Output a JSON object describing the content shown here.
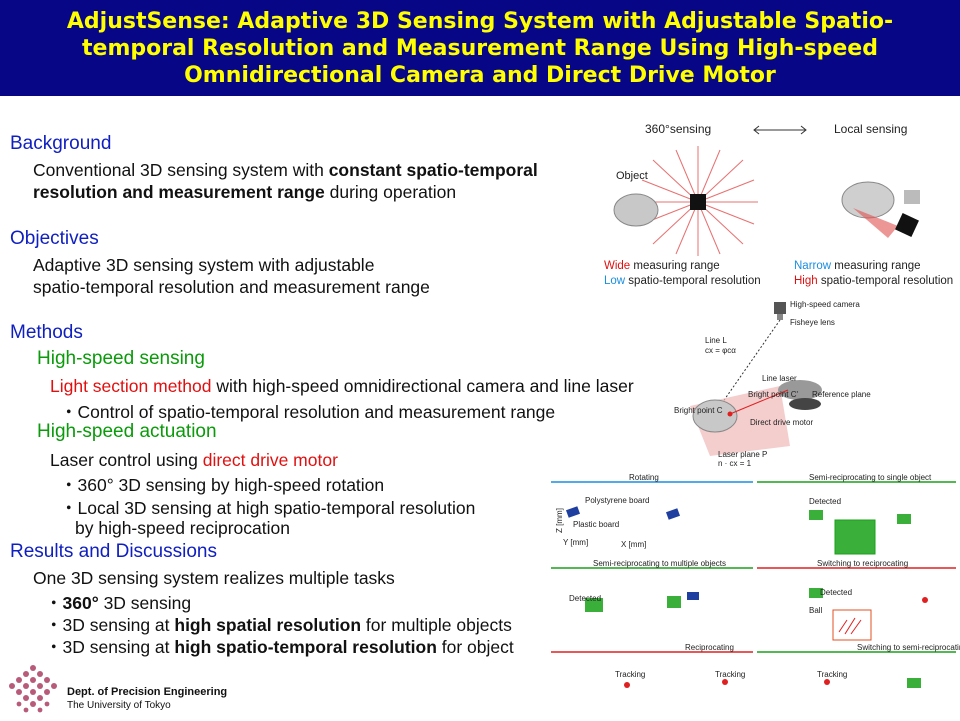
{
  "title": "AdjustSense: Adaptive 3D Sensing System with Adjustable Spatio-temporal Resolution and Measurement Range Using High-speed Omnidirectional Camera and Direct Drive Motor",
  "background": {
    "heading": "Background",
    "line1_pre": "Conventional 3D sensing system with ",
    "line1_bold": "constant spatio-temporal",
    "line2_bold": "resolution and measurement range",
    "line2_post": " during operation"
  },
  "objectives": {
    "heading": "Objectives",
    "line1": "Adaptive 3D sensing system with adjustable",
    "line2": "spatio-temporal resolution and measurement range"
  },
  "methods": {
    "heading": "Methods",
    "sub1": "High-speed sensing",
    "sub1_red": "Light section method",
    "sub1_rest": " with high-speed omnidirectional camera and line laser",
    "sub1_bullet": "・Control of spatio-temporal resolution and measurement range",
    "sub2": "High-speed actuation",
    "sub2_pre": "Laser control using ",
    "sub2_red": "direct drive motor",
    "sub2_b1": "・360° 3D sensing by high-speed rotation",
    "sub2_b2": "・Local 3D sensing at high spatio-temporal resolution",
    "sub2_b2b": "by high-speed reciprocation"
  },
  "results": {
    "heading": "Results and Discussions",
    "line1": "One 3D sensing system realizes multiple tasks",
    "b1_bold": "360°",
    "b1_rest": " 3D sensing",
    "b2_pre": "・3D sensing at ",
    "b2_bold": "high spatial resolution",
    "b2_post": " for multiple objects",
    "b3_pre": "・3D sensing at ",
    "b3_bold": "high spatio-temporal resolution",
    "b3_post": " for object",
    "b1_dot": "・"
  },
  "logo": {
    "line1": "Dept. of Precision Engineering",
    "line2": "The University of Tokyo"
  },
  "fig_top": {
    "mode_left": "360°sensing",
    "mode_right": "Local sensing",
    "object": "Object",
    "wide": "Wide",
    "wide_rest": " measuring range",
    "low": "Low",
    "low_rest": " spatio-temporal resolution",
    "narrow": "Narrow",
    "narrow_rest": " measuring range",
    "high": "High",
    "high_rest": " spatio-temporal resolution"
  },
  "fig_mid": {
    "camera": "High-speed camera",
    "fisheye": "Fisheye lens",
    "line_l": "Line L",
    "line_eq": "cx = φcα",
    "line_laser": "Line laser",
    "bright_c": "Bright point C'",
    "ref_plane": "Reference plane",
    "bright_point": "Bright point C",
    "ddm": "Direct drive motor",
    "laser_plane": "Laser plane P",
    "plane_eq": "n · cx = 1"
  },
  "fig_bottom": {
    "rotating": "Rotating",
    "semi_single": "Semi-reciprocating to single object",
    "polystyrene": "Polystyrene board",
    "plastic": "Plastic board",
    "detected": "Detected",
    "semi_multi": "Semi-reciprocating to multiple objects",
    "switch_recip": "Switching to reciprocating",
    "detected2": "Detected",
    "detected3": "Detected",
    "ball": "Ball",
    "reciprocating": "Reciprocating",
    "switch_semi": "Switching to semi-reciprocating",
    "tracking1": "Tracking",
    "tracking2": "Tracking",
    "tracking3": "Tracking",
    "axis_z": "Z [mm]",
    "axis_y": "Y [mm]",
    "axis_x": "X [mm]"
  },
  "colors": {
    "title_bg": "#060686",
    "title_fg": "#ffff00",
    "heading_blue": "#1020c0",
    "heading_green": "#0a9a0a",
    "red": "#e01010"
  }
}
